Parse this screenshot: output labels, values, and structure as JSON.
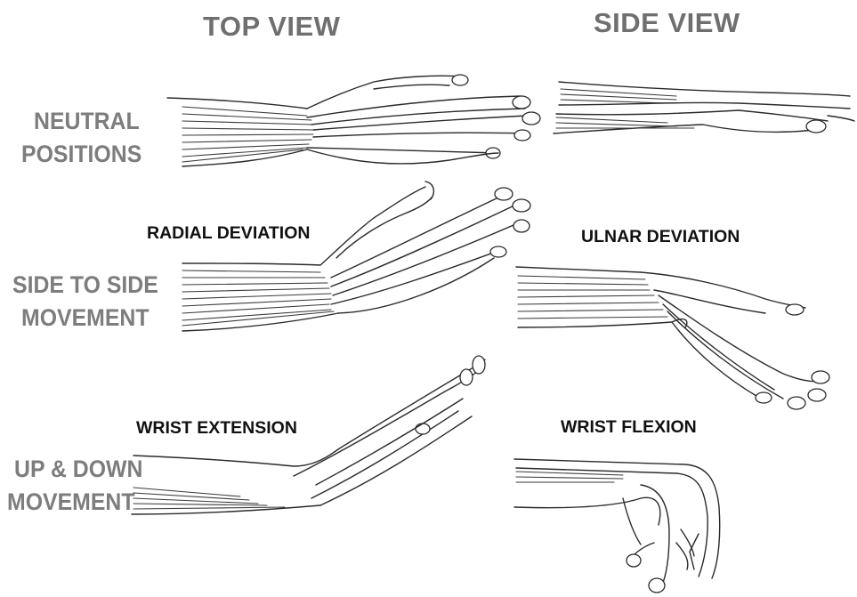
{
  "headings": {
    "top_view": "TOP VIEW",
    "side_view": "SIDE VIEW"
  },
  "rows": {
    "neutral": {
      "line1": "NEUTRAL",
      "line2": "POSITIONS"
    },
    "side_to_side": {
      "line1": "SIDE TO SIDE",
      "line2": "MOVEMENT"
    },
    "up_down": {
      "line1": "UP & DOWN",
      "line2": "MOVEMENT"
    }
  },
  "sublabels": {
    "radial": "RADIAL DEVIATION",
    "ulnar": "ULNAR DEVIATION",
    "extension": "WRIST EXTENSION",
    "flexion": "WRIST FLEXION"
  },
  "colors": {
    "heading": "#6f6f6f",
    "row_label": "#7d7d7d",
    "sub_label": "#111111",
    "sketch_line": "#2a2a2a"
  }
}
